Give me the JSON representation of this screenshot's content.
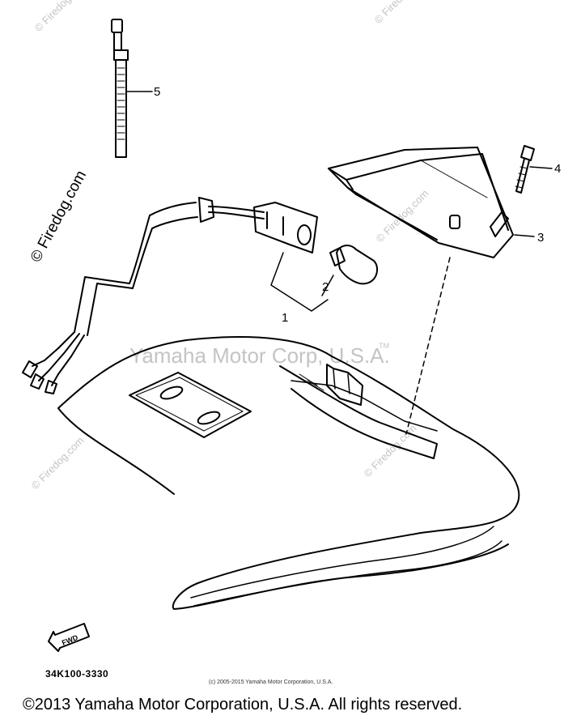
{
  "watermarks": {
    "site": "© Firedog.com",
    "brand": "Yamaha Motor Corp, U.S.A.",
    "tm": "TM"
  },
  "callouts": [
    "1",
    "2",
    "3",
    "4",
    "5"
  ],
  "fwd_label": "FWD",
  "part_code": "34K100-3330",
  "small_copyright": "(c) 2005-2015 Yamaha Motor Corporation, U.S.A.",
  "footer_copyright": "©2013 Yamaha Motor Corporation, U.S.A. All rights reserved.",
  "colors": {
    "line": "#000000",
    "watermark": "#c4c4c4",
    "background": "#ffffff"
  }
}
